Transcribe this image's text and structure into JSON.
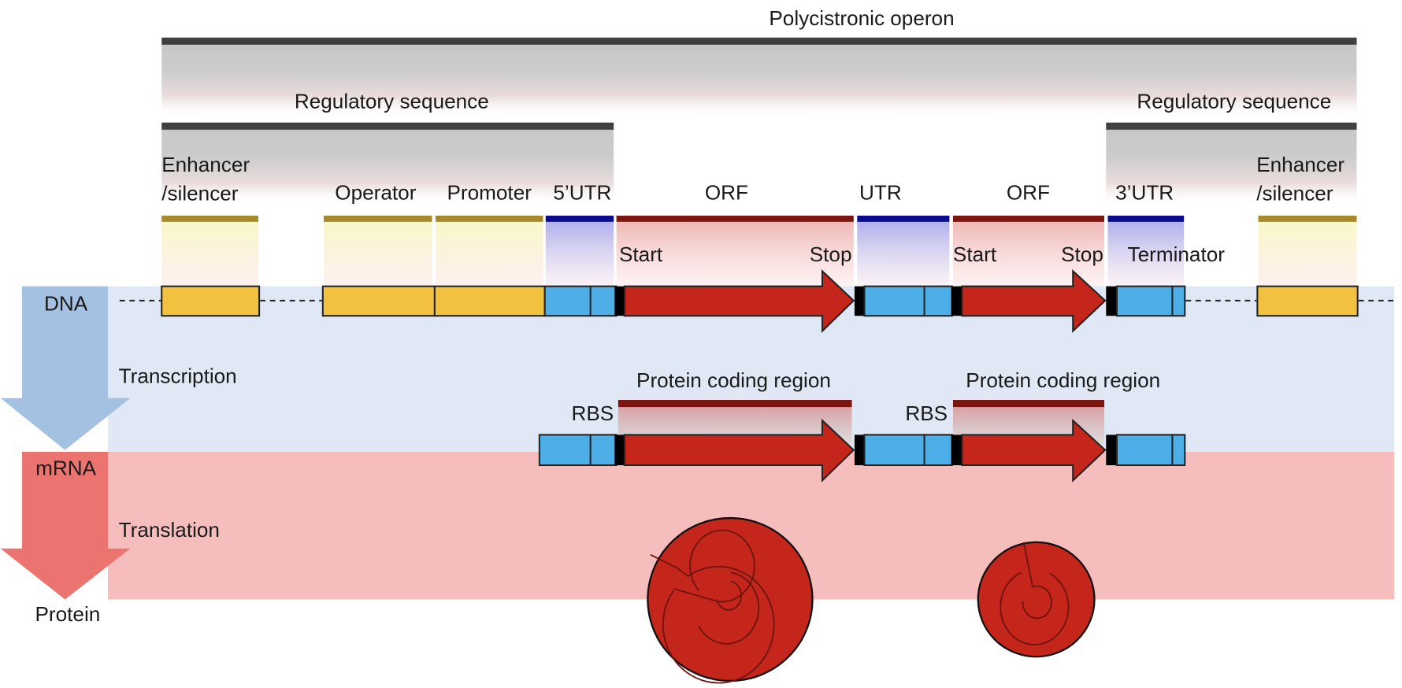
{
  "title": "Polycistronic operon",
  "colors": {
    "enhancer": "#f2c140",
    "enhancer_bar": "#a88a2c",
    "utr": "#4eaee8",
    "utr_bar": "#0b0b8e",
    "orf": "#c4261b",
    "orf_bar": "#7a1510",
    "dna_band": "#dfe8f4",
    "dna_arrow": "#a4c1e2",
    "mrna_band": "#f5bebd",
    "mrna_arrow": "#ec7470",
    "bracket_bar": "#404040"
  },
  "brackets": {
    "operon": "Polycistronic operon",
    "regulatory_left": "Regulatory sequence",
    "regulatory_right": "Regulatory sequence"
  },
  "dna_labels": {
    "enhancer_left_1": "Enhancer",
    "enhancer_left_2": "/silencer",
    "operator": "Operator",
    "promoter": "Promoter",
    "utr5": "5’UTR",
    "orf1": "ORF",
    "utr_mid": "UTR",
    "orf2": "ORF",
    "utr3": "3’UTR",
    "enhancer_right_1": "Enhancer",
    "enhancer_right_2": "/silencer",
    "start1": "Start",
    "stop1": "Stop",
    "start2": "Start",
    "stop2": "Stop",
    "terminator": "Terminator"
  },
  "mrna_labels": {
    "coding1": "Protein coding region",
    "coding2": "Protein coding region",
    "rbs1": "RBS",
    "rbs2": "RBS"
  },
  "stages": {
    "dna": "DNA",
    "transcription": "Transcription",
    "mrna": "mRNA",
    "translation": "Translation",
    "protein": "Protein"
  }
}
